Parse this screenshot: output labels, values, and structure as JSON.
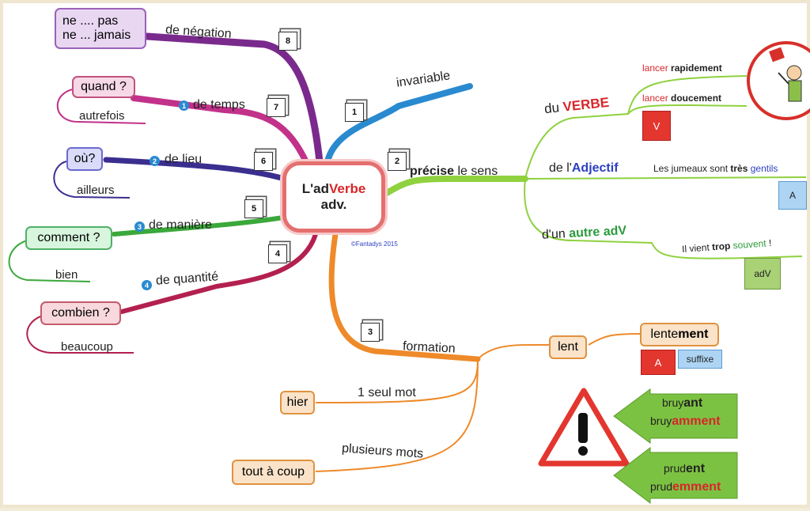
{
  "center": {
    "prefix": "L'ad",
    "highlight": "Verbe",
    "abbr": "adv."
  },
  "copyright": "©Fantadys 2015",
  "branches": {
    "b1": {
      "num": "1",
      "label": "invariable"
    },
    "b2": {
      "num": "2",
      "label_bold": "précise",
      "label_rest": " le sens"
    },
    "b3": {
      "num": "3",
      "label": "formation"
    },
    "b4": {
      "num": "4",
      "label": "de quantité",
      "badge": "4"
    },
    "b5": {
      "num": "5",
      "label": "de manière",
      "badge": "3"
    },
    "b6": {
      "num": "6",
      "label": "de lieu",
      "badge": "2"
    },
    "b7": {
      "num": "7",
      "label": "de temps",
      "badge": "1"
    },
    "b8": {
      "num": "8",
      "label": "de négation"
    }
  },
  "negation": {
    "line1": "ne .... pas",
    "line2": "ne ... jamais"
  },
  "temps": {
    "box": "quand ?",
    "example": "autrefois"
  },
  "lieu": {
    "box": "où?",
    "example": "ailleurs"
  },
  "maniere": {
    "box": "comment ?",
    "example": "bien"
  },
  "quantite": {
    "box": "combien ?",
    "example": "beaucoup"
  },
  "sens": {
    "verbe": {
      "pre": "du ",
      "word": "VERBE",
      "ex1_a": "lancer",
      "ex1_b": " rapidement",
      "ex2_a": "lancer",
      "ex2_b": " doucement",
      "tag": "V"
    },
    "adjectif": {
      "pre": "de l'",
      "word": "Adjectif",
      "ex_a": "Les jumeaux sont ",
      "ex_b": "très",
      "ex_c": " gentils",
      "tag": "A"
    },
    "adverbe": {
      "pre": "d'un ",
      "word": "autre adV",
      "ex_a": "Il vient ",
      "ex_b": "trop",
      "ex_c": " souvent",
      "ex_d": " !",
      "tag": "adV"
    }
  },
  "formation": {
    "lent": "lent",
    "lentement_a": "lente",
    "lentement_b": "ment",
    "tag_a": "A",
    "tag_suffix": "suffixe",
    "one_word": "1 seul mot",
    "hier": "hier",
    "several": "plusieurs mots",
    "tout": "tout à coup"
  },
  "arrows": {
    "a1_l1a": "bruy",
    "a1_l1b": "ant",
    "a1_l2a": "bruy",
    "a1_l2b": "amment",
    "a2_l1a": "prud",
    "a2_l1b": "ent",
    "a2_l2a": "prud",
    "a2_l2b": "emment"
  },
  "colors": {
    "negation": "#7a2a8c",
    "temps": "#c2318a",
    "lieu": "#3a2f8f",
    "maniere": "#3aa83a",
    "quantite": "#b3204f",
    "invariable": "#2a8ad0",
    "sens": "#8fd13f",
    "formation": "#ee8a2a",
    "center_border": "#e56f6f"
  }
}
